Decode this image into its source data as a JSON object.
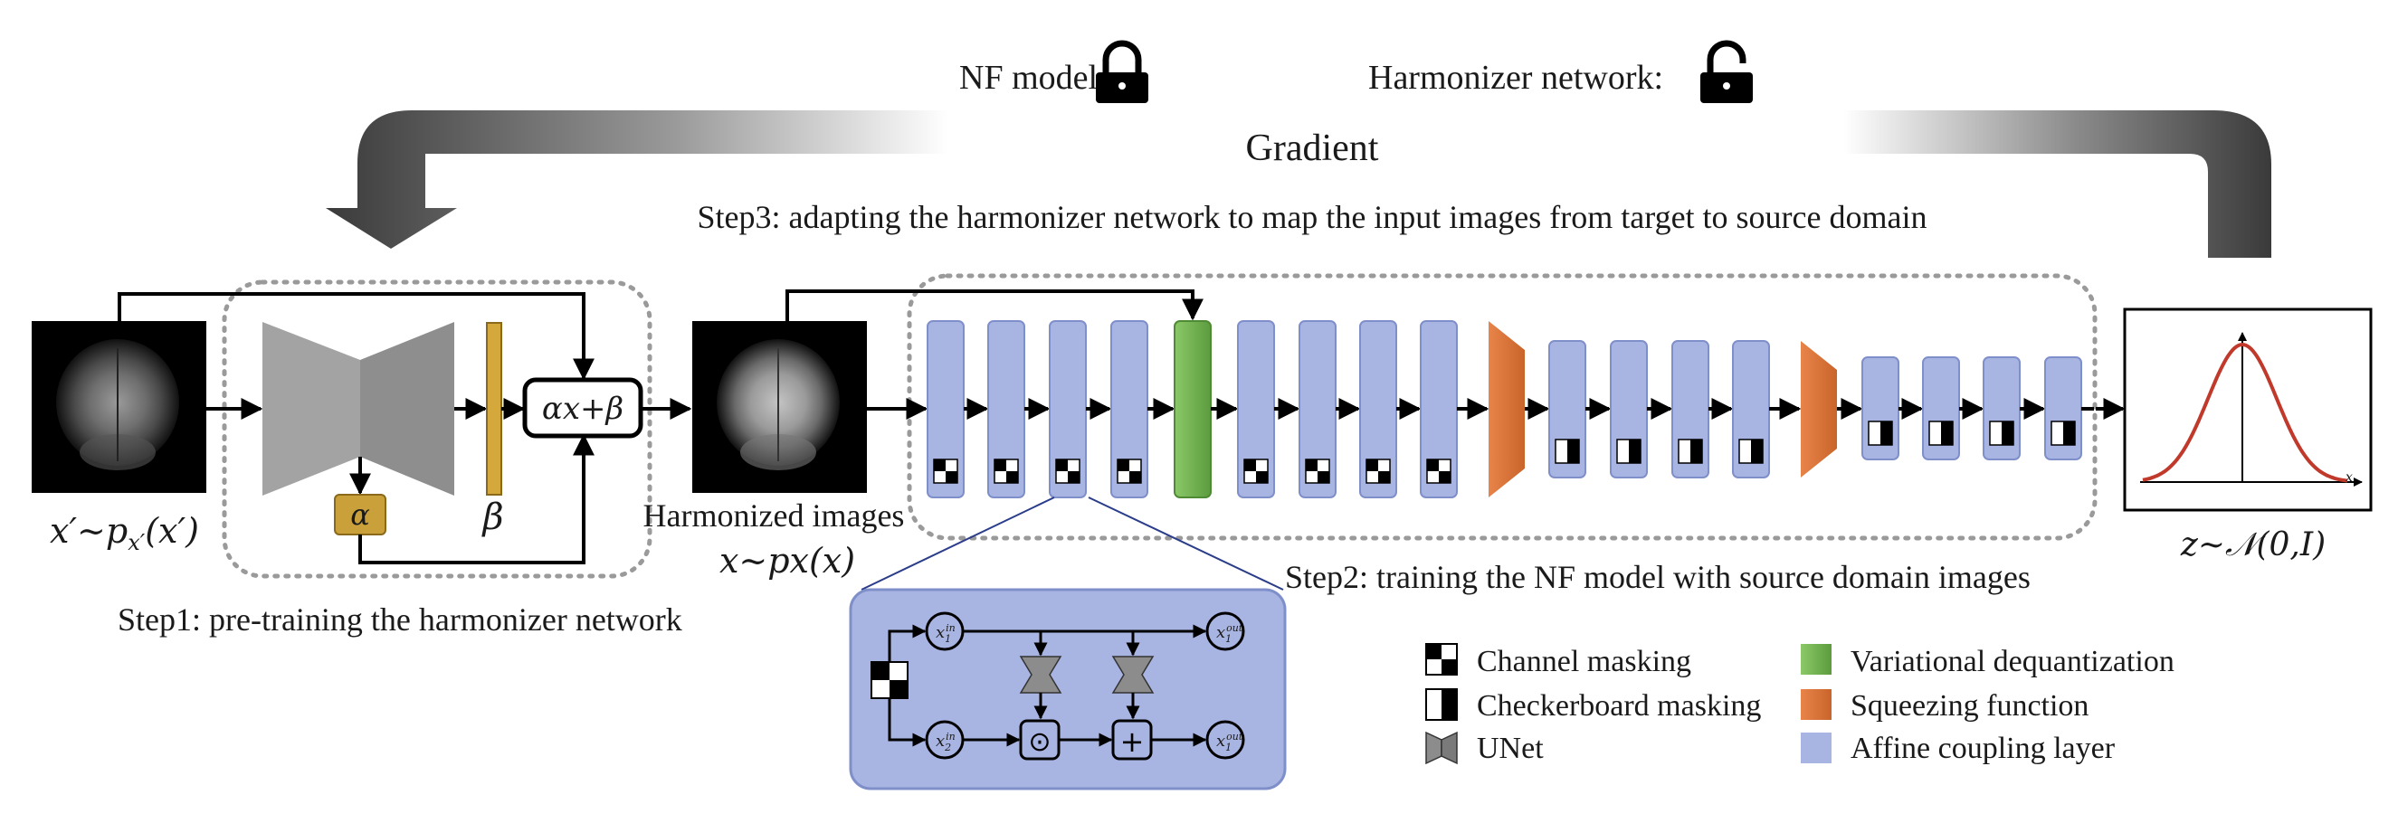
{
  "top": {
    "nf_model_label": "NF model:",
    "harmonizer_label": "Harmonizer network:",
    "gradient_label": "Gradient",
    "step3_label": "Step3: adapting the harmonizer network to map the input images from target to source domain"
  },
  "step1": {
    "label": "Step1: pre-training the harmonizer network",
    "input_math": "x′∼p",
    "input_sub": "x′",
    "input_tail": "(x′)",
    "alpha": "α",
    "beta": "β",
    "affine": "αx+β"
  },
  "harmonized": {
    "label": "Harmonized images",
    "math": "x∼px(x)"
  },
  "step2": {
    "label": "Step2: training the NF model with source domain images"
  },
  "output": {
    "math": "z∼𝒩(0,I)"
  },
  "inset": {
    "x1_in": "x",
    "x2_in": "x",
    "x1_out": "x",
    "x2_out": "x",
    "sub1_in": "1",
    "sub2_in": "2",
    "sup_in": "in",
    "sup_out": "out",
    "odot": "⊙",
    "plus": "+"
  },
  "legend": {
    "channel": "Channel masking",
    "checker": "Checkerboard masking",
    "unet": "UNet",
    "vardeq": "Variational dequantization",
    "squeeze": "Squeezing function",
    "affine": "Affine coupling layer"
  },
  "colors": {
    "affine_fill": "#a8b4e2",
    "affine_stroke": "#7f8fc9",
    "vardeq_fill": "#7cba5a",
    "squeeze_fill": "#d9773a",
    "alpha_box": "#c9a03a",
    "beta_bar": "#d4a83a",
    "unet_fill": "#8c8c8c",
    "gauss_curve": "#c0392b"
  }
}
